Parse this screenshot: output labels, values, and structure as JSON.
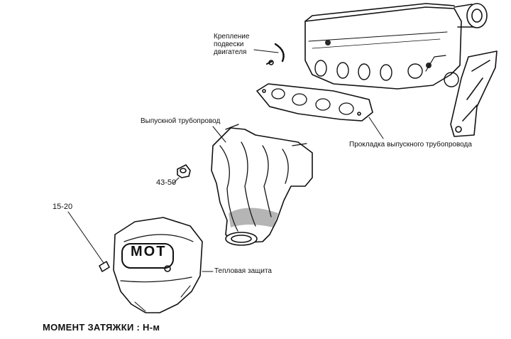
{
  "labels": {
    "engine_mount_lines": [
      "Крепление",
      "подвески",
      "двигателя"
    ],
    "exhaust_manifold": "Выпускной трубопровод",
    "manifold_gasket": "Прокладка выпускного трубопровода",
    "nut_torque": "43-50",
    "bolt_torque": "15-20",
    "heat_shield": "Тепловая защита",
    "heat_shield_emblem": "MOT",
    "footer": "МОМЕНТ ЗАТЯЖКИ : Н-м"
  },
  "colors": {
    "ink": "#111111",
    "background": "#ffffff",
    "shade": "#2a2a2a"
  }
}
